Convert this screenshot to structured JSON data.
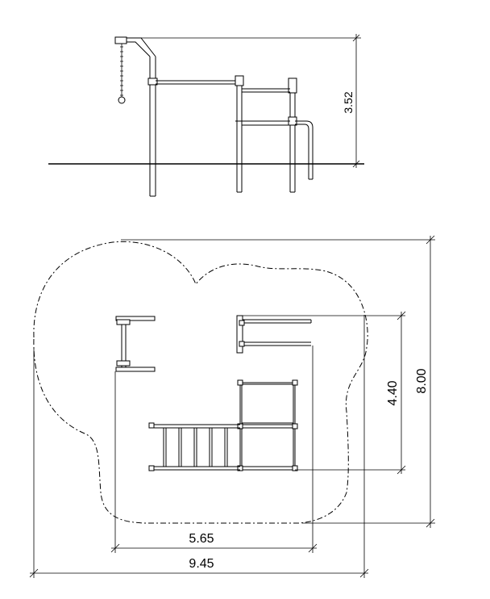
{
  "elevation": {
    "height_dimension": "3.52"
  },
  "plan": {
    "depth_dimension_outer": "8.00",
    "depth_dimension_inner": "4.40",
    "width_dimension_inner": "5.65",
    "width_dimension_outer": "9.45"
  }
}
